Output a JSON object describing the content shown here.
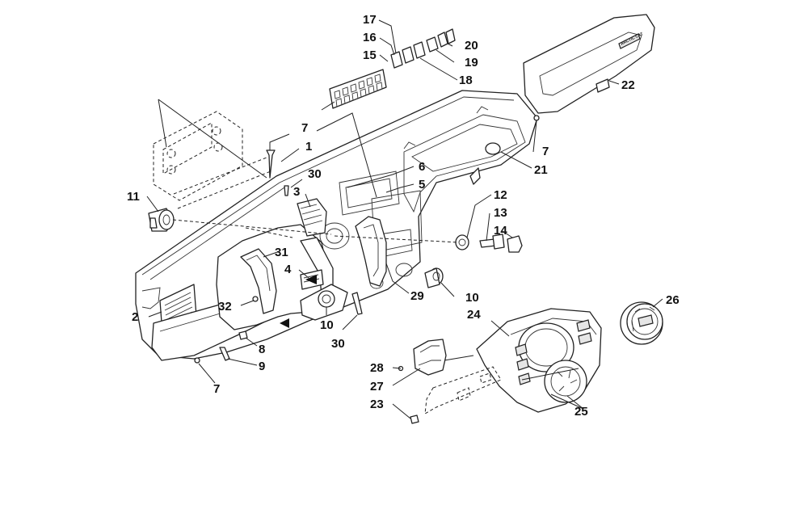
{
  "diagram": {
    "callouts": [
      {
        "id": "c1",
        "label": "1"
      },
      {
        "id": "c2",
        "label": "2"
      },
      {
        "id": "c3",
        "label": "3"
      },
      {
        "id": "c4",
        "label": "4"
      },
      {
        "id": "c5",
        "label": "5"
      },
      {
        "id": "c6",
        "label": "6"
      },
      {
        "id": "c7a",
        "label": "7"
      },
      {
        "id": "c7b",
        "label": "7"
      },
      {
        "id": "c7c",
        "label": "7"
      },
      {
        "id": "c8",
        "label": "8"
      },
      {
        "id": "c9",
        "label": "9"
      },
      {
        "id": "c10a",
        "label": "10"
      },
      {
        "id": "c10b",
        "label": "10"
      },
      {
        "id": "c11",
        "label": "11"
      },
      {
        "id": "c12",
        "label": "12"
      },
      {
        "id": "c13",
        "label": "13"
      },
      {
        "id": "c14",
        "label": "14"
      },
      {
        "id": "c15",
        "label": "15"
      },
      {
        "id": "c16",
        "label": "16"
      },
      {
        "id": "c17",
        "label": "17"
      },
      {
        "id": "c18",
        "label": "18"
      },
      {
        "id": "c19",
        "label": "19"
      },
      {
        "id": "c20",
        "label": "20"
      },
      {
        "id": "c21",
        "label": "21"
      },
      {
        "id": "c22",
        "label": "22"
      },
      {
        "id": "c23",
        "label": "23"
      },
      {
        "id": "c24",
        "label": "24"
      },
      {
        "id": "c25",
        "label": "25"
      },
      {
        "id": "c26",
        "label": "26"
      },
      {
        "id": "c27",
        "label": "27"
      },
      {
        "id": "c28",
        "label": "28"
      },
      {
        "id": "c29",
        "label": "29"
      },
      {
        "id": "c30a",
        "label": "30"
      },
      {
        "id": "c30b",
        "label": "30"
      },
      {
        "id": "c31",
        "label": "31"
      },
      {
        "id": "c32",
        "label": "32"
      }
    ]
  }
}
